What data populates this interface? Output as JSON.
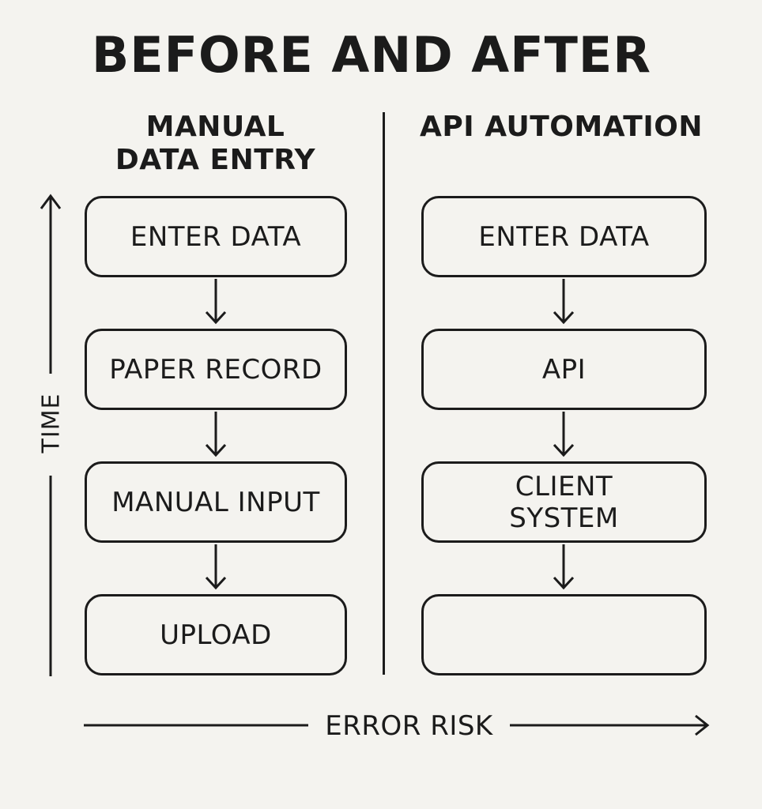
{
  "title": "BEFORE AND AFTER",
  "manual": {
    "heading": "MANUAL\nDATA ENTRY",
    "steps": [
      "ENTER DATA",
      "PAPER RECORD",
      "MANUAL INPUT",
      "UPLOAD"
    ]
  },
  "api": {
    "heading": "API AUTOMATION",
    "steps": [
      "ENTER DATA",
      "API",
      "CLIENT\nSYSTEM",
      ""
    ]
  },
  "axes": {
    "vertical_label": "TIME",
    "horizontal_label": "ERROR RISK"
  },
  "colors": {
    "background": "#f4f3ef",
    "ink": "#1b1b1b"
  }
}
